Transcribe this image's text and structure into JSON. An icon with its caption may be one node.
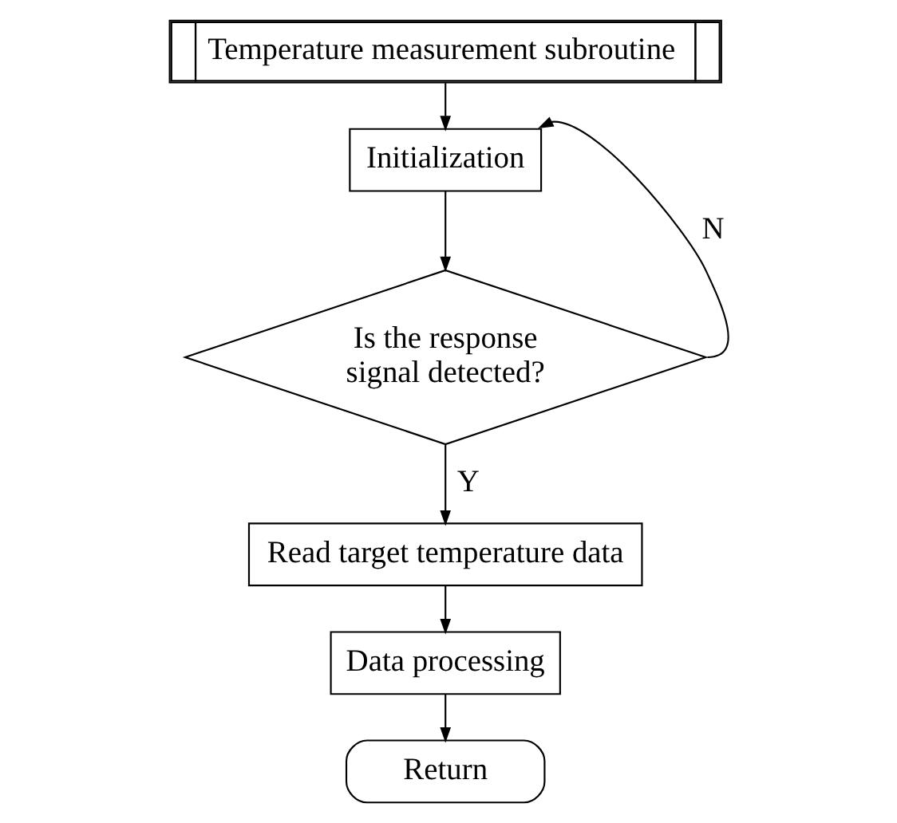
{
  "diagram": {
    "nodes": [
      {
        "text": [
          "Temperature measurement subroutine"
        ]
      },
      {
        "text": [
          "Initialization"
        ]
      },
      {
        "text": [
          "Is the response signal detected?"
        ]
      },
      {
        "text": [
          "Read target temperature data"
        ]
      },
      {
        "text": [
          "Data processing"
        ]
      },
      {
        "text": [
          "Return"
        ]
      }
    ],
    "edges": [
      {
        "from": 0,
        "to": 1,
        "arrow": "to"
      },
      {
        "from": 1,
        "to": 2,
        "arrow": "to"
      },
      {
        "from": 2,
        "to": 1,
        "arrow": "to",
        "label": "N"
      },
      {
        "from": 2,
        "to": 3,
        "arrow": "to",
        "label": "Y"
      },
      {
        "from": 3,
        "to": 4,
        "arrow": "to"
      },
      {
        "from": 4,
        "to": 5,
        "arrow": "to"
      }
    ]
  }
}
